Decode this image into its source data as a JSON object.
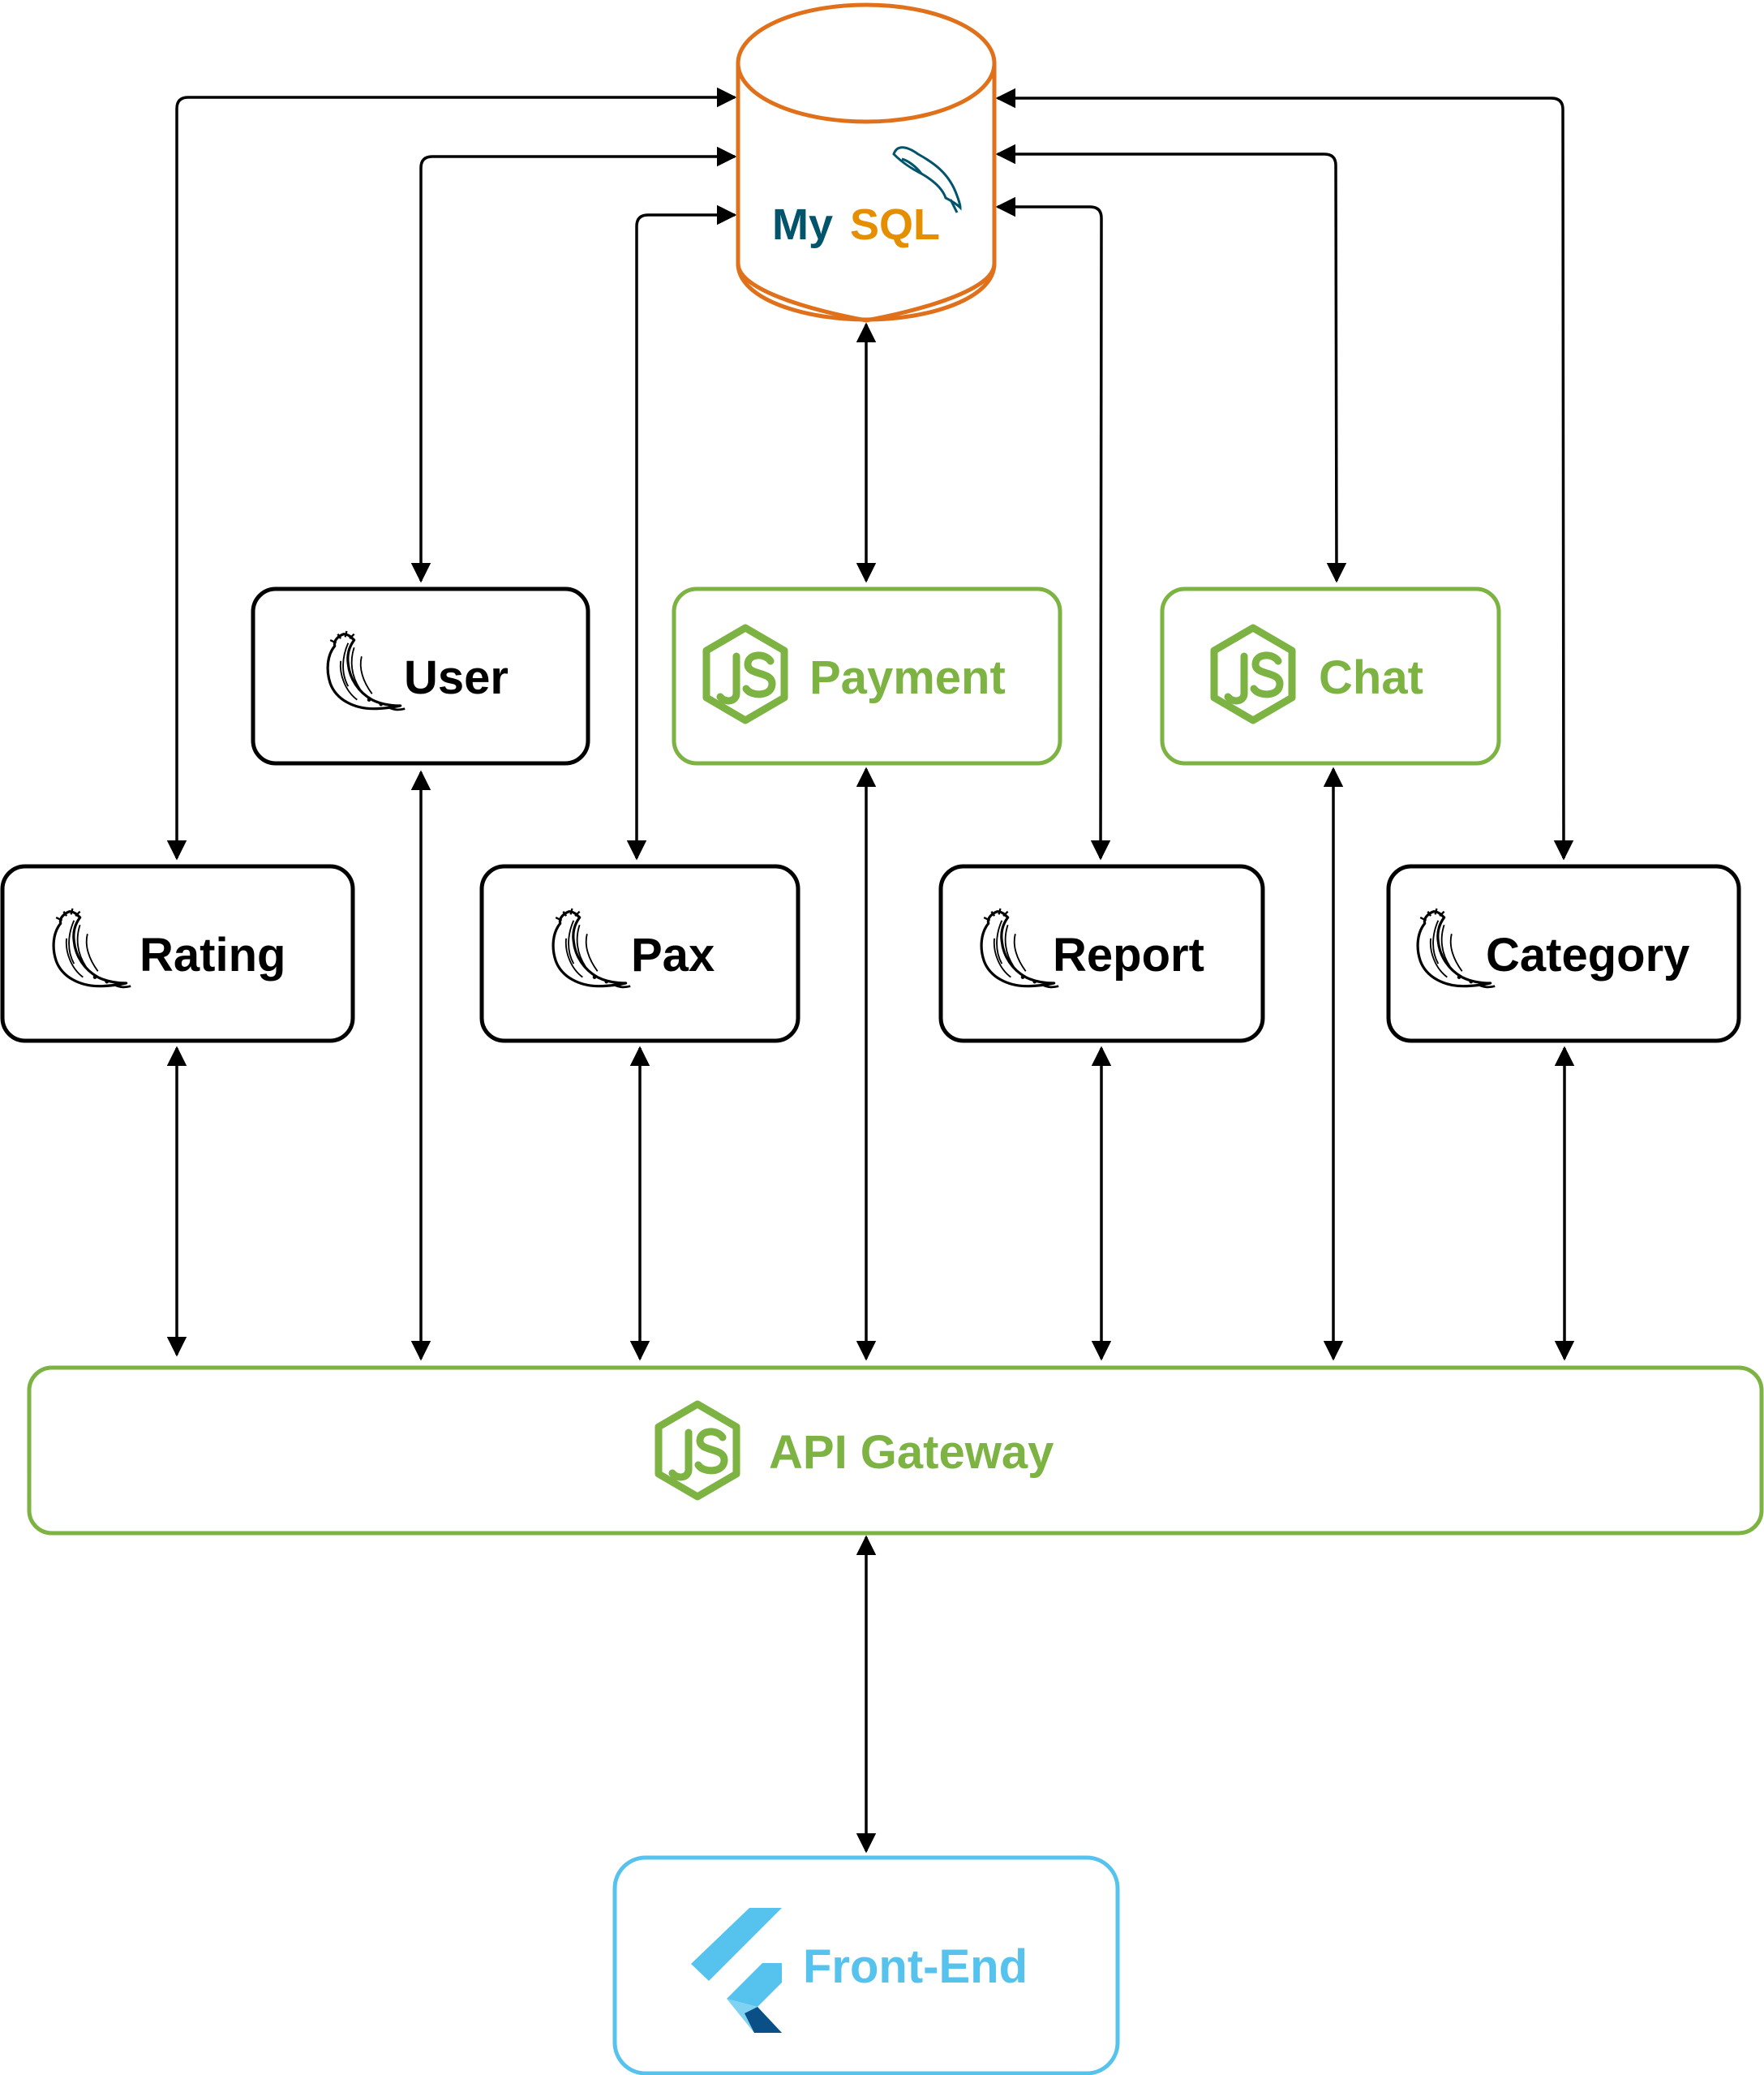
{
  "colors": {
    "flask_border": "#000000",
    "node_green": "#7cb342",
    "mysql_orange": "#e0701a",
    "mysql_blue": "#00546b",
    "flutter_blue": "#55c3ee",
    "flutter_dark": "#0a4f86",
    "arrow": "#000000"
  },
  "database": {
    "logo_text_my": "My",
    "logo_text_sql": "SQL",
    "icon": "mysql-dolphin-icon"
  },
  "services": [
    {
      "id": "user",
      "label": "User",
      "icon": "flask-horn-icon",
      "tech": "flask"
    },
    {
      "id": "payment",
      "label": "Payment",
      "icon": "nodejs-hexagon-icon",
      "tech": "node"
    },
    {
      "id": "chat",
      "label": "Chat",
      "icon": "nodejs-hexagon-icon",
      "tech": "node"
    },
    {
      "id": "rating",
      "label": "Rating",
      "icon": "flask-horn-icon",
      "tech": "flask"
    },
    {
      "id": "pax",
      "label": "Pax",
      "icon": "flask-horn-icon",
      "tech": "flask"
    },
    {
      "id": "report",
      "label": "Report",
      "icon": "flask-horn-icon",
      "tech": "flask"
    },
    {
      "id": "category",
      "label": "Category",
      "icon": "flask-horn-icon",
      "tech": "flask"
    }
  ],
  "gateway": {
    "label": "API Gateway",
    "icon": "nodejs-hexagon-icon"
  },
  "frontend": {
    "label": "Front-End",
    "icon": "flutter-logo-icon"
  }
}
